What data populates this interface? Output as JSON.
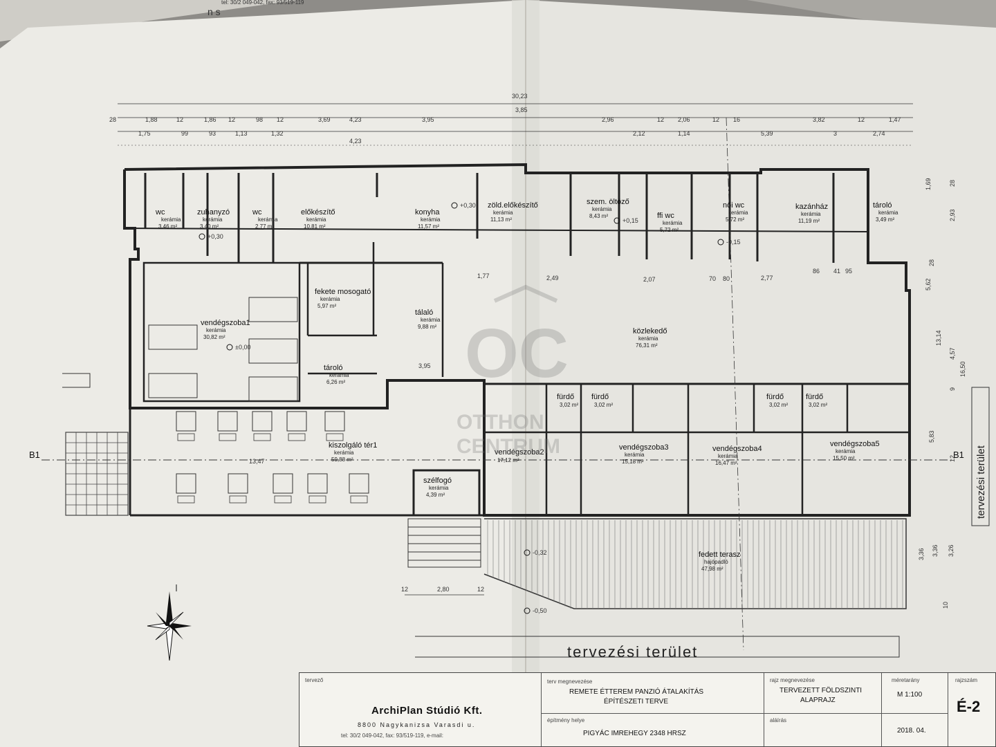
{
  "top_stray_text": "n s",
  "top_stray_text2": "tel: 30/2 049-042, fax: 93/519-119",
  "overall_dims": {
    "total": "30,23",
    "second": "3,85"
  },
  "dims_row1": [
    "28",
    "1,88",
    "12",
    "1,86",
    "12",
    "98",
    "12",
    "3,69",
    "4,23",
    "3,95",
    "2,96",
    "12",
    "2,06",
    "12",
    "16",
    "3,82",
    "12",
    "1,47"
  ],
  "dims_row2": [
    "1,75",
    "99",
    "93",
    "1,13",
    "1,32",
    "2,12",
    "1,14",
    "5,39",
    "3",
    "2,74"
  ],
  "right_dims": [
    "1,69",
    "28",
    "2,93",
    "28",
    "5,62",
    "13,14",
    "4,57",
    "16,50",
    "9",
    "5,83",
    "12",
    "3,36",
    "3,36",
    "3,26",
    "10"
  ],
  "rooms": [
    {
      "name": "wc",
      "material": "kerámia",
      "area": "3,46 m²"
    },
    {
      "name": "zuhanyzó",
      "material": "kerámia",
      "area": "3,40 m²"
    },
    {
      "name": "wc",
      "material": "kerámia",
      "area": "2,77 m²"
    },
    {
      "name": "előkészítő",
      "material": "kerámia",
      "area": "10,81 m²"
    },
    {
      "name": "konyha",
      "material": "kerámia",
      "area": "11,57 m²"
    },
    {
      "name": "zöld.előkészítő",
      "material": "kerámia",
      "area": "11,13 m²"
    },
    {
      "name": "szem. öltöző",
      "material": "kerámia",
      "area": "8,43 m²"
    },
    {
      "name": "ffi wc",
      "material": "kerámia",
      "area": "5,72 m²"
    },
    {
      "name": "női wc",
      "material": "kerámia",
      "area": "5,72 m²"
    },
    {
      "name": "kazánház",
      "material": "kerámia",
      "area": "11,19 m²"
    },
    {
      "name": "tároló",
      "material": "kerámia",
      "area": "3,49 m²"
    },
    {
      "name": "fekete mosogató",
      "material": "kerámia",
      "area": "5,97 m²"
    },
    {
      "name": "tálaló",
      "material": "kerámia",
      "area": "9,88 m²"
    },
    {
      "name": "vendégszoba1",
      "material": "kerámia",
      "area": "30,82 m²"
    },
    {
      "name": "tároló",
      "material": "kerámia",
      "area": "6,26 m²"
    },
    {
      "name": "közlekedő",
      "material": "kerámia",
      "area": "76,31 m²"
    },
    {
      "name": "fürdő",
      "material": "",
      "area": "3,02 m²"
    },
    {
      "name": "fürdő",
      "material": "",
      "area": "3,02 m²"
    },
    {
      "name": "fürdő",
      "material": "",
      "area": "3,02 m²"
    },
    {
      "name": "fürdő",
      "material": "",
      "area": "3,02 m²"
    },
    {
      "name": "vendégszoba2",
      "material": "",
      "area": "17,12 m²"
    },
    {
      "name": "vendégszoba3",
      "material": "kerámia",
      "area": "15,18 m²"
    },
    {
      "name": "vendégszoba4",
      "material": "kerámia",
      "area": "16,47 m²"
    },
    {
      "name": "vendégszoba5",
      "material": "kerámia",
      "area": "15,50 m²"
    },
    {
      "name": "kiszolgáló tér1",
      "material": "kerámia",
      "area": "59,88 m²"
    },
    {
      "name": "szélfogó",
      "material": "kerámia",
      "area": "4,39 m²"
    },
    {
      "name": "fedett terasz",
      "material": "hajópadló",
      "area": "47,98 m²"
    }
  ],
  "levels": [
    "±0,00",
    "+0,30",
    "+0,15",
    "-0,15",
    "-0,32",
    "-0,50",
    "+0,30"
  ],
  "watermark": {
    "logo": "OC",
    "line1": "OTTHON",
    "line2": "CENTRUM"
  },
  "section_marker": {
    "left": "B1",
    "right": "B1"
  },
  "bottom_label": "tervezési terület",
  "right_label": "tervezési terület",
  "bottom_dims": [
    "12",
    "2,80",
    "12"
  ],
  "spot_dims": [
    "13,47",
    "3,95",
    "4,23",
    "2,49",
    "2,07",
    "2,77",
    "1,77",
    "86",
    "41",
    "95",
    "80",
    "70"
  ],
  "titleblock": {
    "designer_label": "tervező",
    "firm": "ArchiPlan Stúdió Kft.",
    "address": "8800 Nagykanizsa Varasdi u.",
    "contact": "tel: 30/2 049-042, fax: 93/519-119, e-mail:",
    "plan_label": "terv megnevezése",
    "plan_line1": "REMETE ÉTTEREM PANZIÓ ÁTALAKÍTÁS",
    "plan_line2": "ÉPÍTÉSZETI TERVE",
    "site_label": "építmény helye",
    "site_value": "PIGYÁC IMREHEGY 2348 HRSZ",
    "drawing_label": "rajz megnevezése",
    "drawing_line1": "TERVEZETT FÖLDSZINTI",
    "drawing_line2": "ALAPRAJZ",
    "sign_label": "aláírás",
    "scale_label": "méretarány",
    "scale_value": "M 1:100",
    "date_value": "2018. 04.",
    "sheet_label": "rajzszám",
    "sheet_value": "É-2"
  }
}
